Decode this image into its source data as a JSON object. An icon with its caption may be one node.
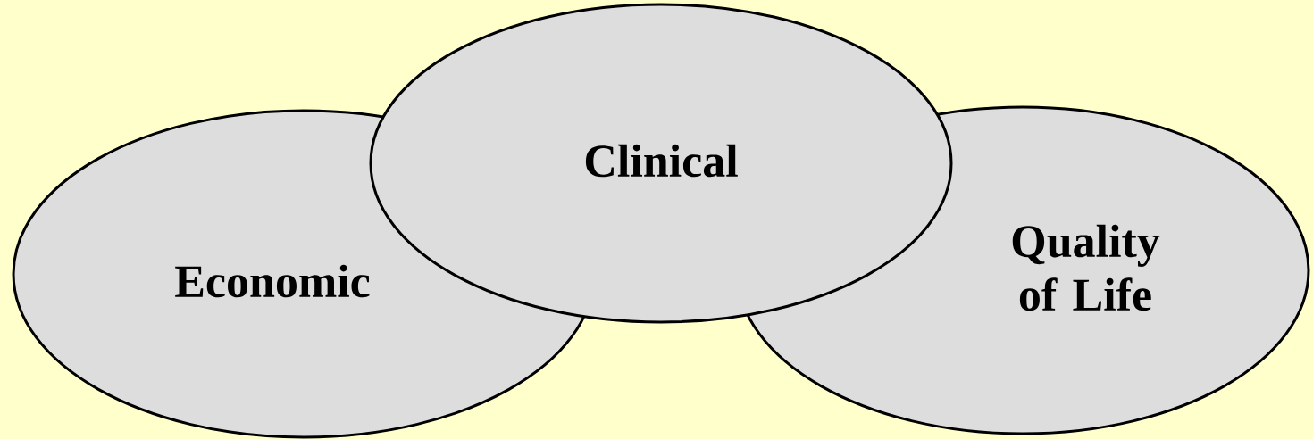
{
  "diagram": {
    "nodes": [
      {
        "text": [
          "Clinical"
        ]
      },
      {
        "text": [
          "Economic"
        ]
      },
      {
        "text": [
          "Quality of Life"
        ]
      }
    ]
  }
}
